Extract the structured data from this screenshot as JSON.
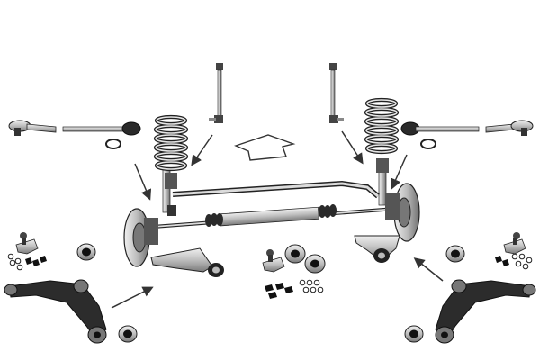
{
  "image": {
    "kind": "exploded front suspension parts diagram",
    "background": "#ffffff",
    "colors": {
      "metal_light": "#d9d9d9",
      "metal_mid": "#a6a6a6",
      "metal_dark": "#4a4a4a",
      "rubber": "#1e1e1e",
      "line": "#222222",
      "arrow": "#333333"
    }
  },
  "parts": [
    {
      "name": "tie-rod-end",
      "side": "left"
    },
    {
      "name": "inner-tie-rod",
      "side": "left"
    },
    {
      "name": "tie-rod-end",
      "side": "right"
    },
    {
      "name": "inner-tie-rod",
      "side": "right"
    },
    {
      "name": "stabilizer-link",
      "side": "left"
    },
    {
      "name": "stabilizer-link",
      "side": "right"
    },
    {
      "name": "coil-spring-strut",
      "side": "left"
    },
    {
      "name": "coil-spring-strut",
      "side": "right"
    },
    {
      "name": "ball-joint",
      "side": "left"
    },
    {
      "name": "ball-joint",
      "side": "right"
    },
    {
      "name": "ball-joint",
      "side": "center"
    },
    {
      "name": "control-arm",
      "side": "left"
    },
    {
      "name": "control-arm",
      "side": "right"
    },
    {
      "name": "bushing",
      "side": "various"
    },
    {
      "name": "bolt-kit",
      "side": "various"
    },
    {
      "name": "steering-rack",
      "side": "center"
    },
    {
      "name": "stabilizer-bar",
      "side": "center"
    },
    {
      "name": "brake-disc",
      "side": "both"
    },
    {
      "name": "direction-arrow",
      "side": "center"
    }
  ]
}
